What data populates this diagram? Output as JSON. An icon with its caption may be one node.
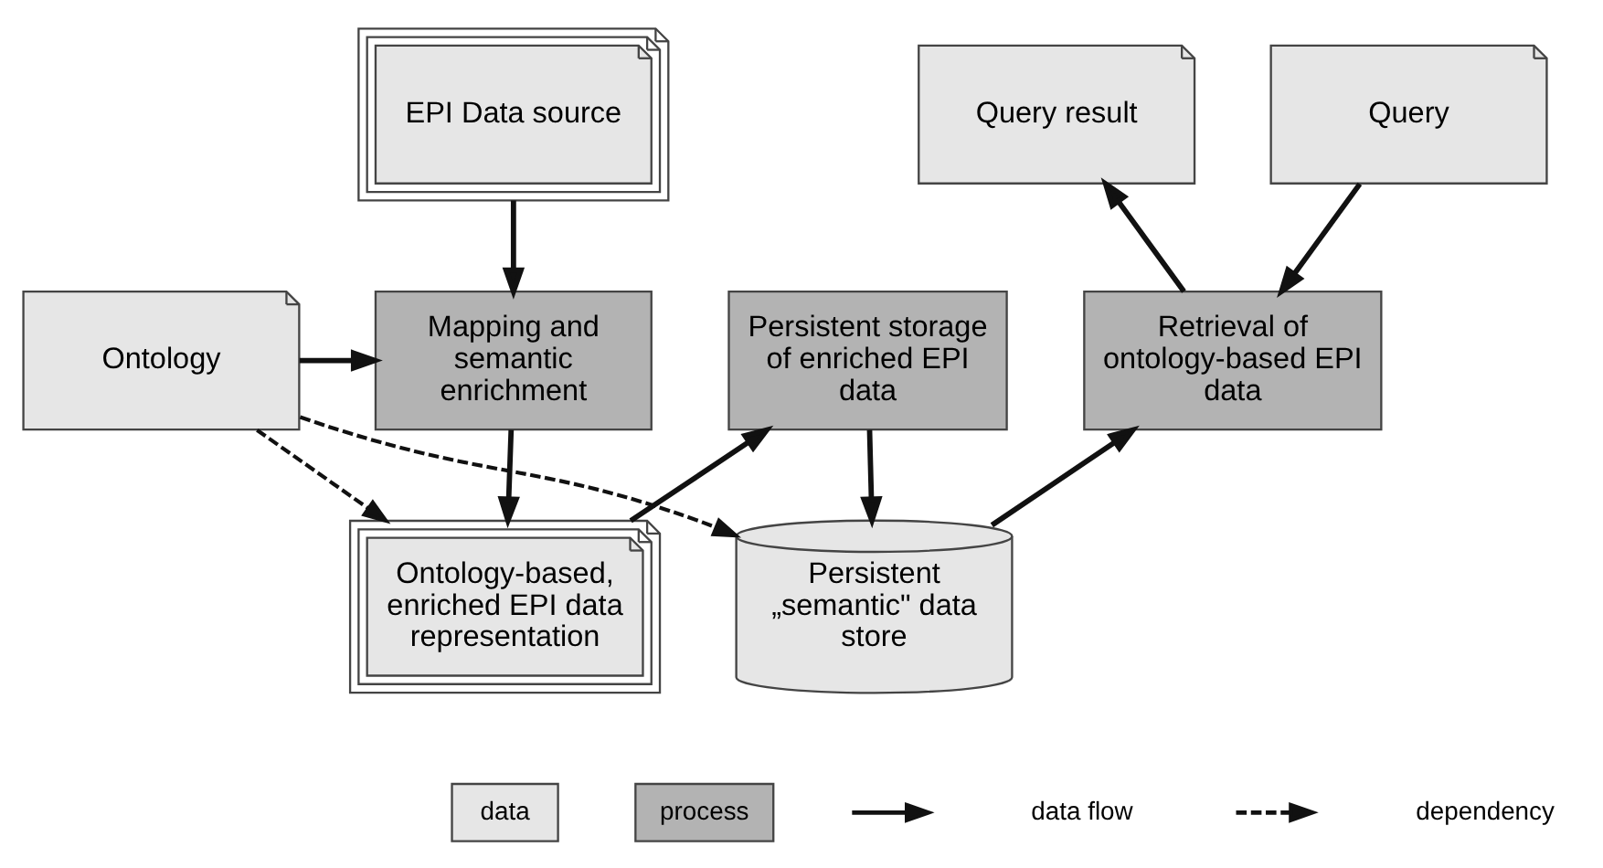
{
  "diagram": {
    "nodes": [
      {
        "text": [
          "EPI Data source"
        ]
      },
      {
        "text": [
          "Ontology"
        ]
      },
      {
        "text": [
          "Mapping and semantic enrichment"
        ]
      },
      {
        "text": [
          "Persistent storage of enriched EPI data"
        ]
      },
      {
        "text": [
          "Query"
        ]
      },
      {
        "text": [
          "Query result"
        ]
      },
      {
        "text": [
          "Retrieval of ontology-based EPI data"
        ]
      },
      {
        "text": [
          "Ontology-based, enriched EPI data representation"
        ]
      },
      {
        "text": [
          "Persistent „semantic\" data store"
        ]
      }
    ],
    "edges": [
      {
        "from": 0,
        "to": 2,
        "arrow": "to"
      },
      {
        "from": 1,
        "to": 2,
        "arrow": "to"
      },
      {
        "from": 2,
        "to": 7,
        "arrow": "to"
      },
      {
        "from": 7,
        "to": 3,
        "arrow": "to"
      },
      {
        "from": 3,
        "to": 8,
        "arrow": "to"
      },
      {
        "from": 8,
        "to": 6,
        "arrow": "to"
      },
      {
        "from": 4,
        "to": 6,
        "arrow": "to"
      },
      {
        "from": 6,
        "to": 5,
        "arrow": "to"
      },
      {
        "from": 1,
        "to": 7,
        "arrow": "to",
        "style": "dashed"
      },
      {
        "from": 1,
        "to": 8,
        "arrow": "to",
        "style": "dashed"
      }
    ],
    "legend": [
      {
        "text": "data",
        "color": "#e6e6e6"
      },
      {
        "text": "process",
        "color": "#b3b3b3"
      },
      {
        "text": "data flow"
      },
      {
        "text": "dependency"
      }
    ]
  }
}
